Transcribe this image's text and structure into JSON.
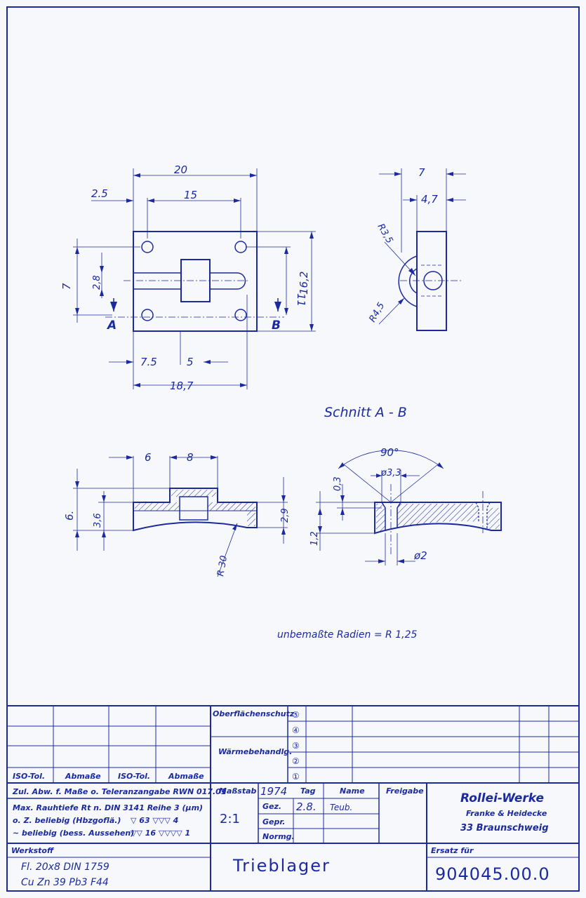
{
  "colors": {
    "ink": "#1c2aa0",
    "paper": "#f7f8fb"
  },
  "top_view": {
    "dim_width": "20",
    "dim_edge": "2.5",
    "dim_holes": "15",
    "dim_left_h": "7",
    "dim_slot": "2,8",
    "dim_hole_span": "11",
    "dim_height": "16,2",
    "dim_b1": "7.5",
    "dim_b2": "5",
    "dim_overall": "18,7",
    "mark_a": "A",
    "mark_b": "B"
  },
  "side_view": {
    "dim_total": "7",
    "dim_inner": "4,7",
    "r_small": "R3,5",
    "r_large": "R4,5"
  },
  "section_title": "Schnitt  A - B",
  "front_view": {
    "dim_6": "6",
    "dim_8": "8",
    "dim_h6": "6.",
    "dim_h36": "3,6",
    "dim_h29": "2,9",
    "r30": "R 30"
  },
  "section_view": {
    "angle": "90°",
    "dia_small": "ø3,3",
    "dim_03": "0,3",
    "dim_12": "1,2",
    "dia_2": "ø2"
  },
  "note": "unbemaßte Radien = R 1,25",
  "title_block": {
    "iso_tol": "ISO-Tol.",
    "abmasse": "Abmaße",
    "oberflaechenschutz": "Oberflächenschutz",
    "waermebehandlung": "Wärmebehandlg.",
    "rev_marks": [
      "⑤",
      "④",
      "③",
      "②",
      "①"
    ],
    "line1": "Zul. Abw. f. Maße o. Teleranzangabe RWN 017.01",
    "line2": "Max. Rauhtiefe Rt n. DIN 3141 Reihe 3 (μm)",
    "line3a": "o. Z. beliebig (Hbzgoflä.)",
    "line3b": "▽  63 ▽▽▽  4",
    "line4a": "~ beliebig (bess. Aussehen)",
    "line4b": "▽▽ 16 ▽▽▽▽ 1",
    "massstab_label": "Maßstab",
    "massstab_value": "2:1",
    "year": "1974",
    "tag": "Tag",
    "name": "Name",
    "freigabe": "Freigabe",
    "gez": "Gez.",
    "gez_day": "2.8.",
    "gez_name": "Teub.",
    "gepr": "Gepr.",
    "normg": "Normg.",
    "company": "Rollei-Werke",
    "company2": "Franke & Heidecke",
    "company3": "33 Braunschweig",
    "werkstoff_label": "Werkstoff",
    "werkstoff1": "Fl. 20x8   DIN  1759",
    "werkstoff2": "Cu Zn 39 Pb3 F44",
    "part_name": "Trieblager",
    "ersatz_label": "Ersatz für",
    "drawing_no": "904045.00.0"
  }
}
